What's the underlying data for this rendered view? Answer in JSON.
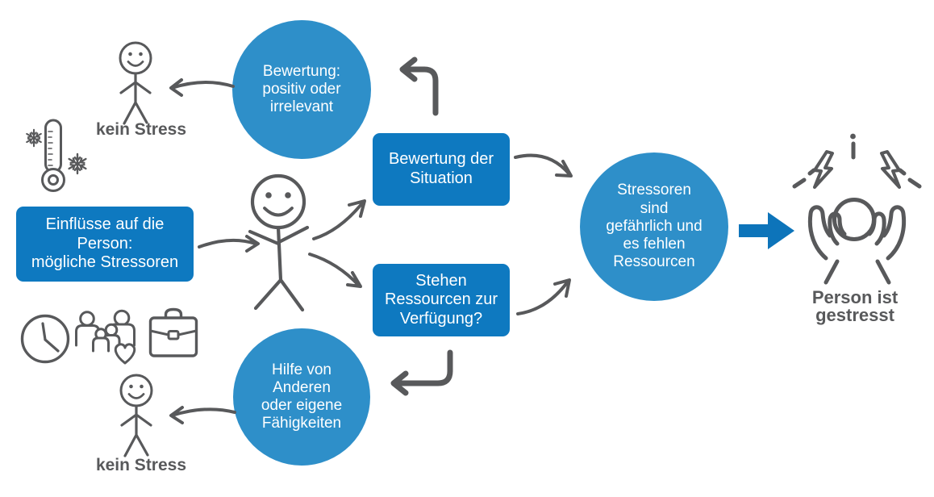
{
  "palette": {
    "background": "#ffffff",
    "circle_blue": "#2e8fc9",
    "box_blue": "#0e79c0",
    "arrow_blue": "#0d74ba",
    "ink": "#58595b"
  },
  "nodes": {
    "appraisal_circle": {
      "text": "Bewertung:\npositiv oder\nirrelevant"
    },
    "influences_box": {
      "text": "Einflüsse auf die\nPerson:\nmögliche Stressoren"
    },
    "situation_box": {
      "text": "Bewertung der\nSituation"
    },
    "resources_box": {
      "text": "Stehen\nRessourcen zur\nVerfügung?"
    },
    "stressors_circle": {
      "text": "Stressoren\nsind\ngefährlich und\nes fehlen\nRessourcen"
    },
    "help_circle": {
      "text": "Hilfe von\nAnderen\noder eigene\nFähigkeiten"
    }
  },
  "labels": {
    "no_stress_top": "kein Stress",
    "no_stress_bottom": "kein Stress",
    "person_stressed": "Person ist\ngestresst"
  },
  "icons": {
    "cold": "thermometer-snowflakes-icon",
    "time": "clock-icon",
    "family": "family-heart-icon",
    "work": "briefcase-icon",
    "calm_person_top": "stick-figure-icon",
    "center_person": "stick-figure-icon",
    "calm_person_bottom": "stick-figure-icon",
    "stressed_person": "stressed-person-icon"
  }
}
